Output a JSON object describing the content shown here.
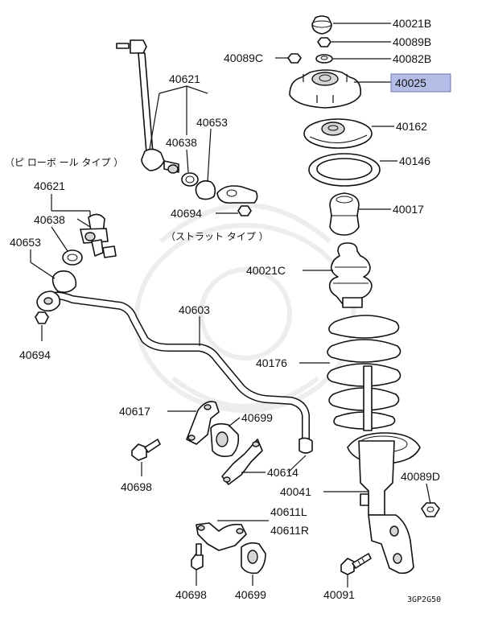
{
  "highlight_color": "#b4bde6",
  "parts": {
    "p40021b": "40021B",
    "p40089b": "40089B",
    "p40089c": "40089C",
    "p40082b": "40082B",
    "p40025": "40025",
    "p40162": "40162",
    "p40146": "40146",
    "p40017": "40017",
    "p40021c": "40021C",
    "p40176": "40176",
    "p40089d": "40089D",
    "p40041": "40041",
    "p40091": "40091",
    "p40621_top": "40621",
    "p40653_top": "40653",
    "p40638_top": "40638",
    "p40694_top": "40694",
    "p40621_left": "40621",
    "p40638_left": "40638",
    "p40653_left": "40653",
    "p40694_left": "40694",
    "p40603": "40603",
    "p40617": "40617",
    "p40699_mid": "40699",
    "p40614": "40614",
    "p40698_left": "40698",
    "p40611l": "40611L",
    "p40611r": "40611R",
    "p40698_bottom": "40698",
    "p40699_bottom": "40699"
  },
  "notes": {
    "pillow_ball_type": "（ピ ローボ ール タイプ ）",
    "strut_type": "（ストラット タイプ ）"
  },
  "diagram_code": "3GP2G50"
}
